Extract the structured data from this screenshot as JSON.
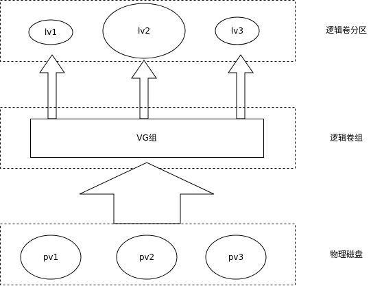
{
  "layers": {
    "logical_volumes": {
      "label": "逻辑卷分区",
      "items": [
        "lv1",
        "lv2",
        "lv3"
      ]
    },
    "volume_group": {
      "label": "逻辑卷组",
      "box_label": "VG组"
    },
    "physical_disks": {
      "label": "物理磁盘",
      "items": [
        "pv1",
        "pv2",
        "pv3"
      ]
    }
  }
}
